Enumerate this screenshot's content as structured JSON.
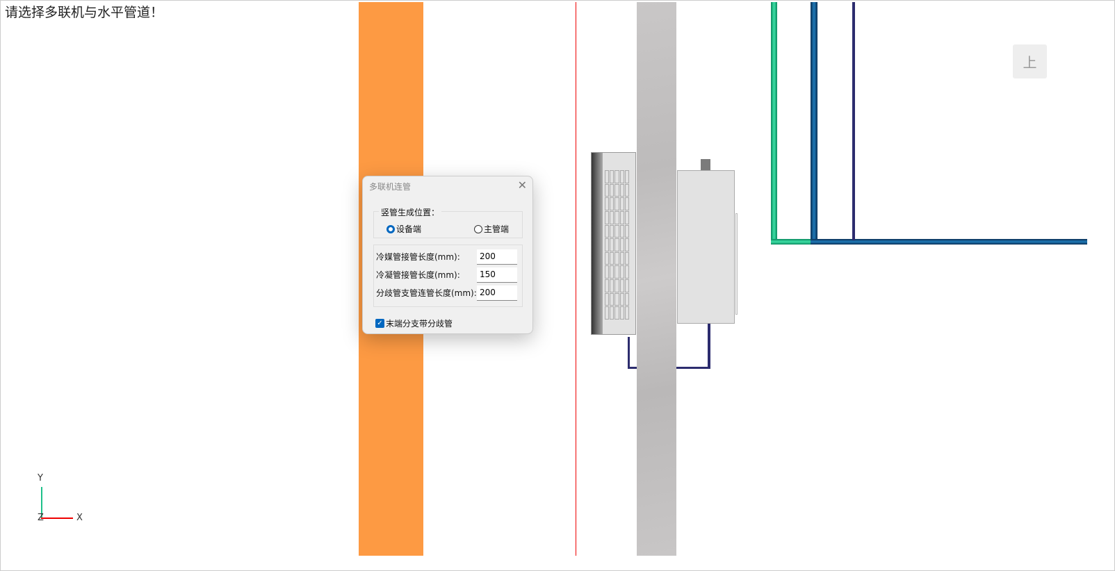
{
  "prompt": "请选择多联机与水平管道！",
  "view_button": "上",
  "axes": {
    "y": "Y",
    "x": "X",
    "z": "Z"
  },
  "dialog": {
    "title": "多联机连管",
    "group_label": "竖管生成位置：",
    "radio_options": [
      {
        "label": "设备端",
        "selected": true
      },
      {
        "label": "主管端",
        "selected": false
      }
    ],
    "fields": [
      {
        "label": "冷媒管接管长度(mm):",
        "value": "200"
      },
      {
        "label": "冷凝管接管长度(mm):",
        "value": "150"
      },
      {
        "label": "分歧管支管连管长度(mm):",
        "value": "200"
      }
    ],
    "checkbox": {
      "label": "末端分支带分歧管",
      "checked": true
    }
  },
  "colors": {
    "orange": "#fd9a43",
    "accent": "#0067c0",
    "pipe_green": "#1fc08a",
    "pipe_blue": "#0d4f7a"
  }
}
